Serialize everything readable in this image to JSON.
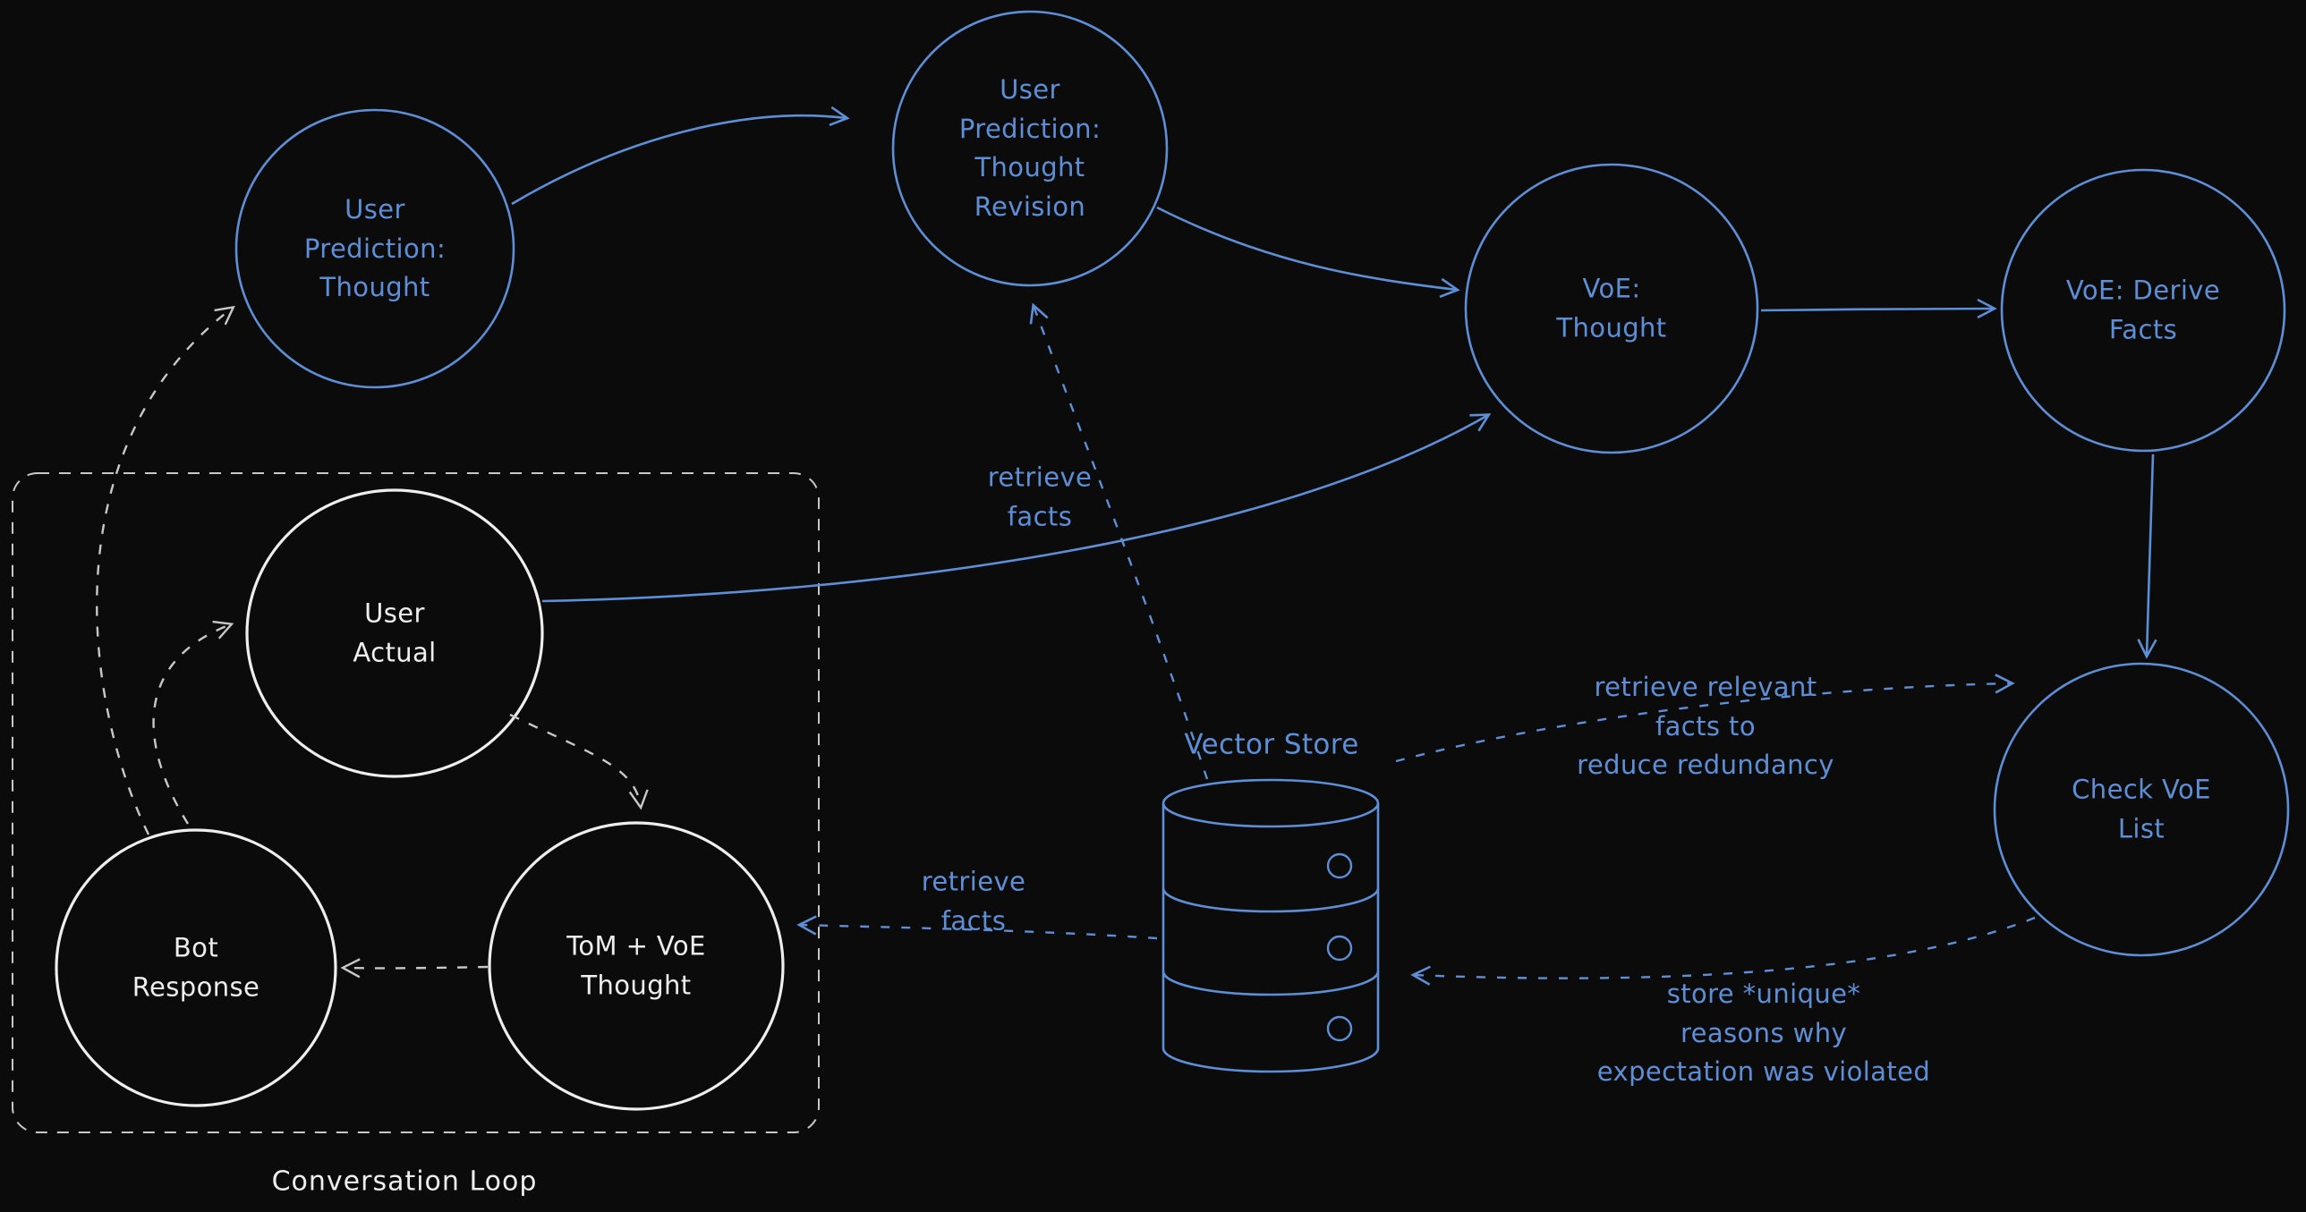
{
  "colors": {
    "background": "#0b0b0b",
    "blue": "#5e8fd6",
    "white": "#eeeeee",
    "muted": "#c8c8c8"
  },
  "nodes": {
    "user_prediction_thought": {
      "label": "User\nPrediction:\nThought"
    },
    "user_prediction_thought_revision": {
      "label": "User\nPrediction:\nThought\nRevision"
    },
    "voe_thought": {
      "label": "VoE:\nThought"
    },
    "voe_derive_facts": {
      "label": "VoE: Derive\nFacts"
    },
    "check_voe_list": {
      "label": "Check VoE\nList"
    },
    "user_actual": {
      "label": "User\nActual"
    },
    "bot_response": {
      "label": "Bot\nResponse"
    },
    "tom_voe_thought": {
      "label": "ToM + VoE\nThought"
    }
  },
  "annotations": {
    "retrieve_facts_top": "retrieve\nfacts",
    "retrieve_facts_left": "retrieve\nfacts",
    "retrieve_relevant": "retrieve relevant\nfacts to\nreduce redundancy",
    "store_unique": "store *unique*\nreasons why\nexpectation was violated",
    "vector_store": "Vector Store",
    "conversation_loop": "Conversation Loop"
  }
}
